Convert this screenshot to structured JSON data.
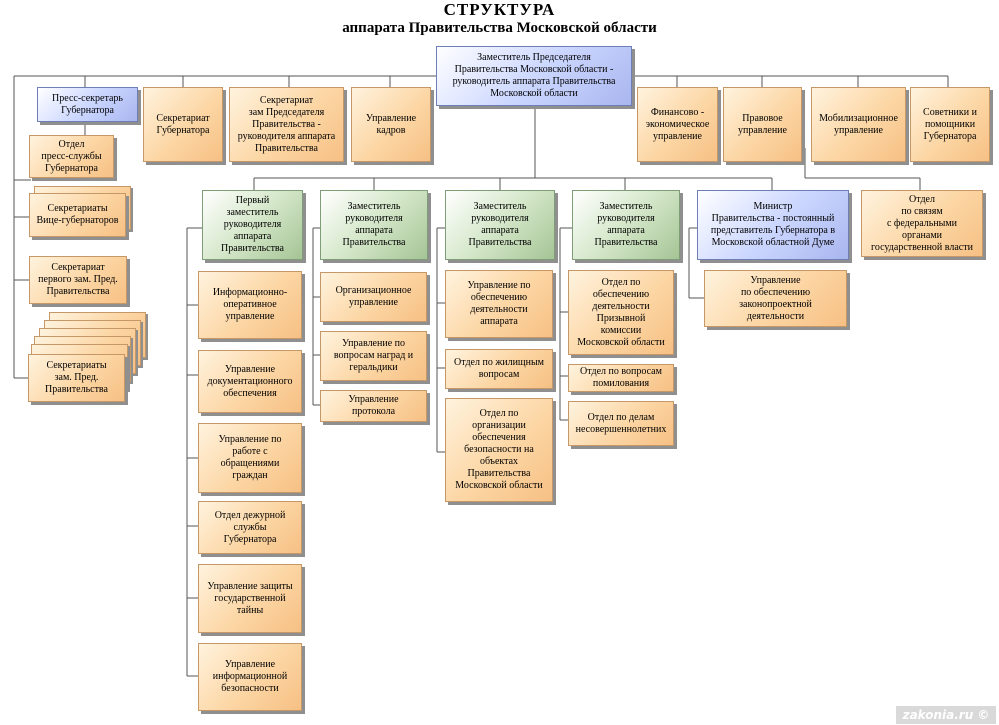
{
  "title": "СТРУКТУРА",
  "subtitle": "аппарата Правительства Московской области",
  "top_node": "Заместитель Председателя\nПравительства Московской области  -\nруководитель аппарата Правительства\nМосковской области",
  "row1": {
    "press_secretary": "Пресс-секретарь\nГубернатора",
    "secretariat_governor": "Секретариат\nГубернатора",
    "secretariat_deputy": "Секретариат\nзам Председателя\nПравительства  -\nруководителя аппарата\nПравительства",
    "personnel": "Управление\nкадров",
    "finance": "Финансово -\nэкономическое\nуправление",
    "legal": "Правовое\nуправление",
    "mobilization": "Мобилизационное\nуправление",
    "advisers": "Советники и\nпомощники\nГубернатора"
  },
  "left_column": {
    "press_service": "Отдел\nпресс-службы\nГубернатора",
    "vice_governors": "Секретариаты\nВице-губернаторов",
    "first_deputy_secretariat": "Секретариат\nпервого зам. Пред.\nПравительства",
    "deputy_secretariats": "Секретариаты\nзам. Пред.\nПравительства"
  },
  "deputies": {
    "first_deputy": "Первый\nзаместитель\nруководителя\nаппарата\nПравительства",
    "deputy": "Заместитель\nруководителя\nаппарата\nПравительства"
  },
  "col_first": [
    "Информационно-\nоперативное\nуправление",
    "Управление\nдокументационного\nобеспечения",
    "Управление по\nработе с\nобращениями\nграждан",
    "Отдел дежурной\nслужбы\nГубернатора",
    "Управление защиты\nгосударственной\nтайны",
    "Управление\nинформационной\nбезопасности"
  ],
  "col_deputy2": [
    "Организационное\nуправление",
    "Управление по\nвопросам наград и\nгеральдики",
    "Управление\nпротокола"
  ],
  "col_deputy3": [
    "Управление по\nобеспечению\nдеятельности\nаппарата",
    "Отдел по жилищным\nвопросам",
    "Отдел по\nорганизации\nобеспечения\nбезопасности на\nобъектах\nПравительства\nМосковской области"
  ],
  "col_deputy4": [
    "Отдел по\nобеспечению\nдеятельности\nПризывной\nкомиссии\nМосковской области",
    "Отдел по вопросам\nпомилования",
    "Отдел по делам\nнесовершеннолетних"
  ],
  "minister": "Министр\nПравительства - постоянный\nпредставитель Губернатора в\nМосковской областной Думе",
  "minister_sub": "Управление\nпо обеспечению\nзаконопроектной\nдеятельности",
  "federal_relations": "Отдел\nпо связям\nс федеральными\nорганами\nгосударственной власти",
  "watermark": "zakonia.ru ©"
}
